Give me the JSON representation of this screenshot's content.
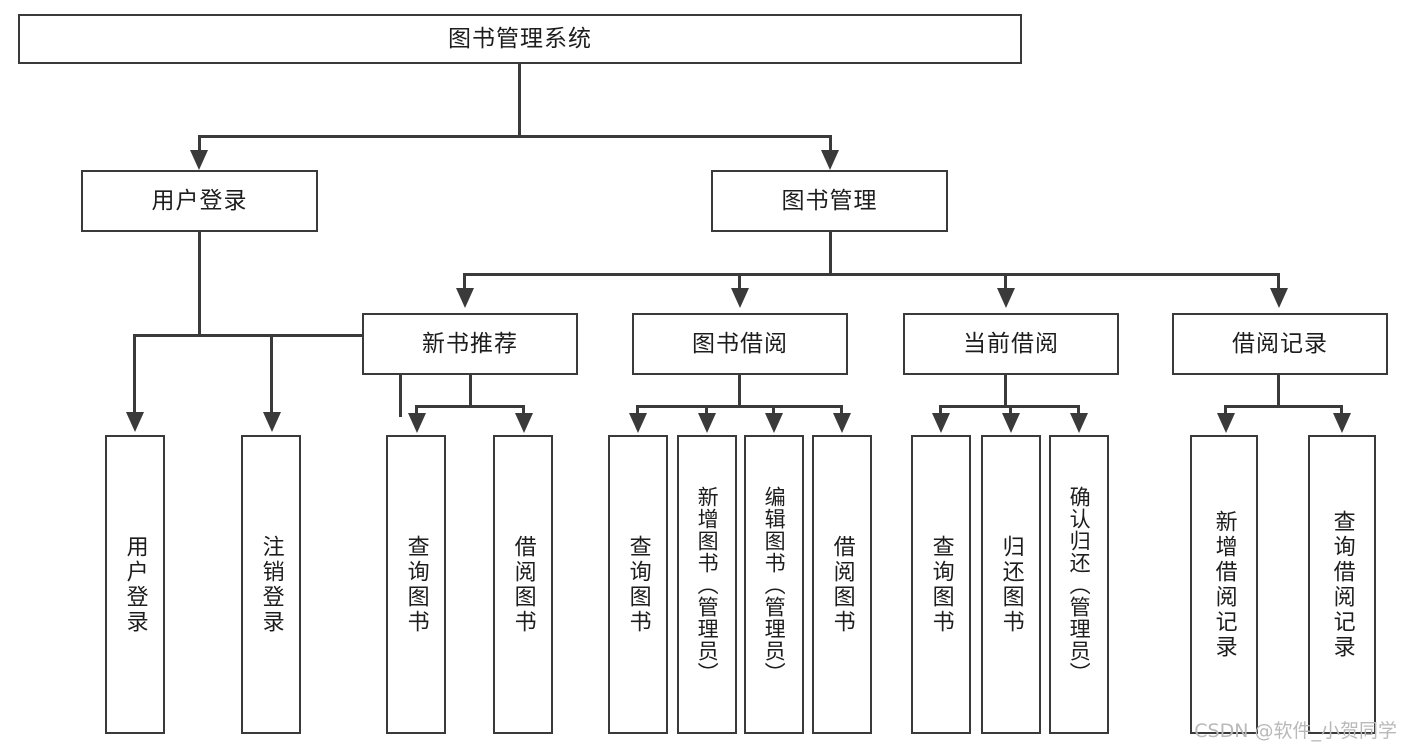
{
  "diagram": {
    "type": "tree-hierarchy",
    "title": "图书管理系统",
    "watermark": "CSDN @软件_小贺同学",
    "root": {
      "id": "root",
      "label": "图书管理系统"
    },
    "level2": [
      {
        "id": "user-login",
        "label": "用户登录"
      },
      {
        "id": "book-manage",
        "label": "图书管理"
      }
    ],
    "level3": [
      {
        "id": "new-book-rec",
        "label": "新书推荐"
      },
      {
        "id": "book-borrow",
        "label": "图书借阅"
      },
      {
        "id": "current-borrow",
        "label": "当前借阅"
      },
      {
        "id": "borrow-record",
        "label": "借阅记录"
      }
    ],
    "leaves": {
      "user_login": [
        {
          "id": "leaf-user-login",
          "label": "用户登录"
        },
        {
          "id": "leaf-logout",
          "label": "注销登录"
        }
      ],
      "new_book_rec": [
        {
          "id": "leaf-query-book-1",
          "label": "查询图书"
        },
        {
          "id": "leaf-borrow-book-1",
          "label": "借阅图书"
        }
      ],
      "book_borrow": [
        {
          "id": "leaf-query-book-2",
          "label": "查询图书"
        },
        {
          "id": "leaf-add-book",
          "label": "新增图书（管理员）"
        },
        {
          "id": "leaf-edit-book",
          "label": "编辑图书（管理员）"
        },
        {
          "id": "leaf-borrow-book-2",
          "label": "借阅图书"
        }
      ],
      "current_borrow": [
        {
          "id": "leaf-query-book-3",
          "label": "查询图书"
        },
        {
          "id": "leaf-return-book",
          "label": "归还图书"
        },
        {
          "id": "leaf-confirm-return",
          "label": "确认归还（管理员）"
        }
      ],
      "borrow_record": [
        {
          "id": "leaf-add-record",
          "label": "新增借阅记录"
        },
        {
          "id": "leaf-query-record",
          "label": "查询借阅记录"
        }
      ]
    },
    "colors": {
      "stroke": "#3a3a3a",
      "fill": "#ffffff",
      "text": "#1d1d1d",
      "watermark": "#b9b9b9"
    }
  }
}
